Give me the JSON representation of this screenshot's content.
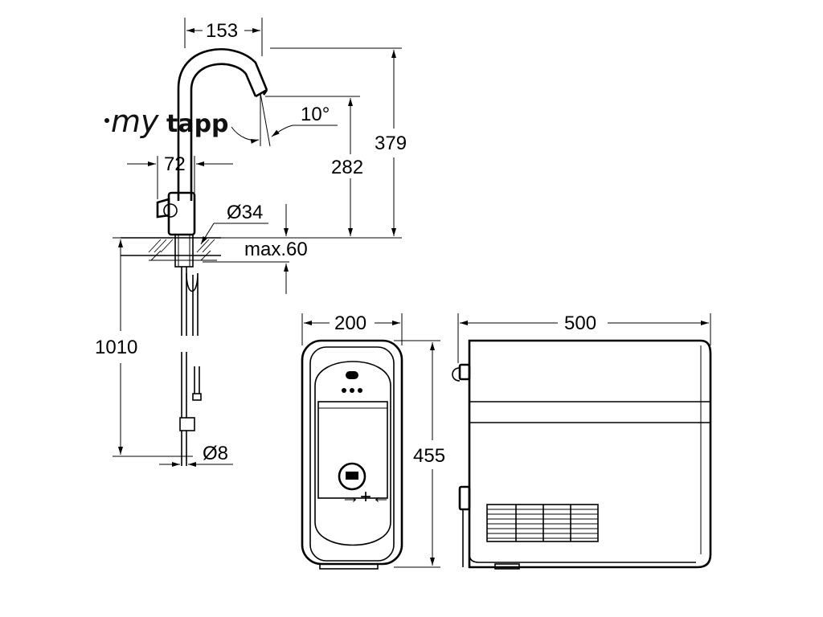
{
  "logo": {
    "text_part1": "my",
    "text_part2": "tapp"
  },
  "dimensions": {
    "spout_reach": "153",
    "spout_angle": "10°",
    "total_height": "379",
    "spout_height": "282",
    "body_width": "72",
    "body_diameter": "Ø34",
    "max_deck_thickness": "max.60",
    "hose_length": "1010",
    "hose_diameter": "Ø8",
    "unit_width_front": "200",
    "unit_height": "455",
    "unit_depth": "500"
  },
  "unit_front": {
    "display_label": "→+←"
  }
}
